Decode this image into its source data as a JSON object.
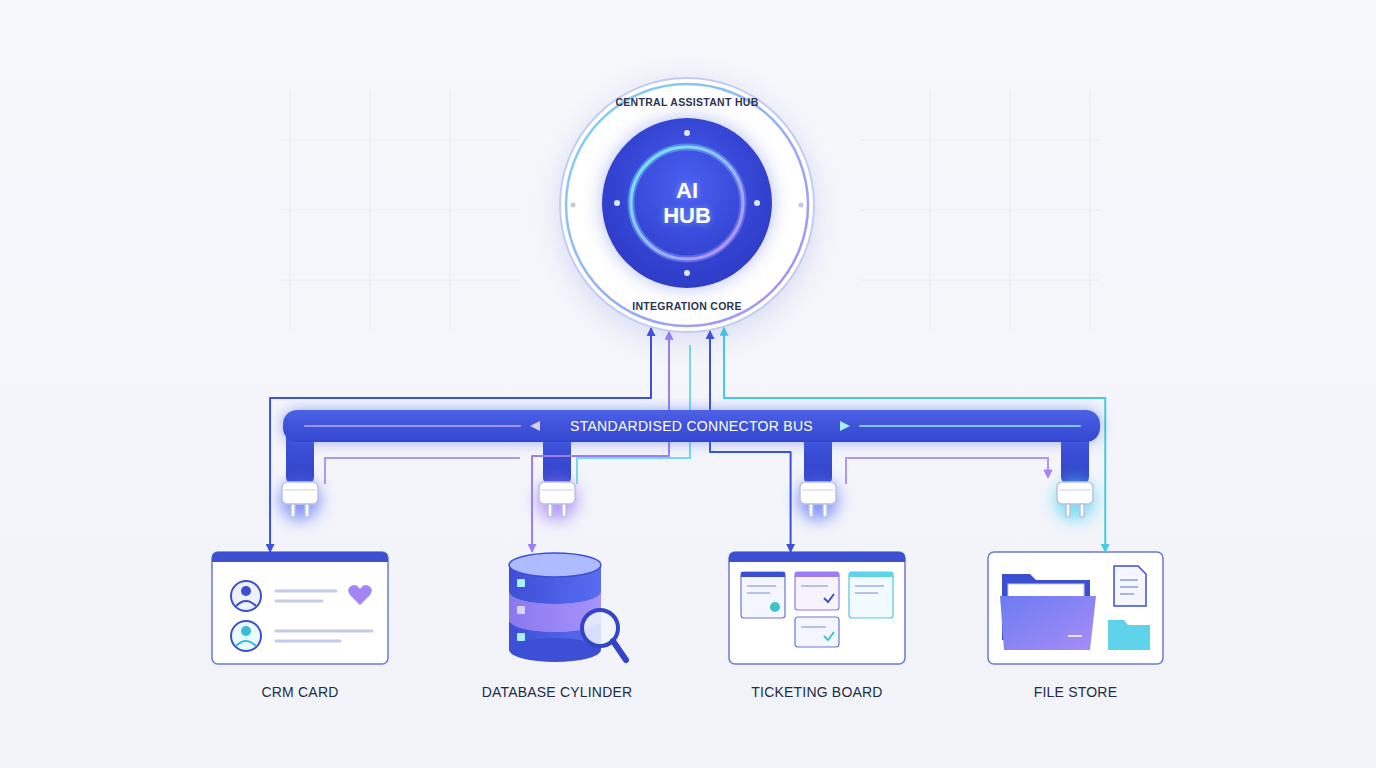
{
  "diagram": {
    "nodes": [
      {
        "text": [
          "CENTRAL ASSISTANT HUB",
          "INTEGRATION CORE"
        ]
      },
      {
        "text": [
          "AI HUB"
        ],
        "in": 0
      },
      {
        "text": [
          "STANDARDISED CONNECTOR BUS"
        ]
      },
      {
        "text": [
          "CRM CARD"
        ]
      },
      {
        "text": [
          "DATABASE CYLINDER"
        ]
      },
      {
        "text": [
          "TICKETING BOARD"
        ]
      },
      {
        "text": [
          "FILE STORE"
        ]
      }
    ],
    "edges": [
      {
        "from": 0,
        "to": 3,
        "arrow": "both"
      },
      {
        "from": 0,
        "to": 4,
        "arrow": "both"
      },
      {
        "from": 0,
        "to": 5,
        "arrow": "both"
      },
      {
        "from": 0,
        "to": 6,
        "arrow": "both"
      }
    ]
  }
}
